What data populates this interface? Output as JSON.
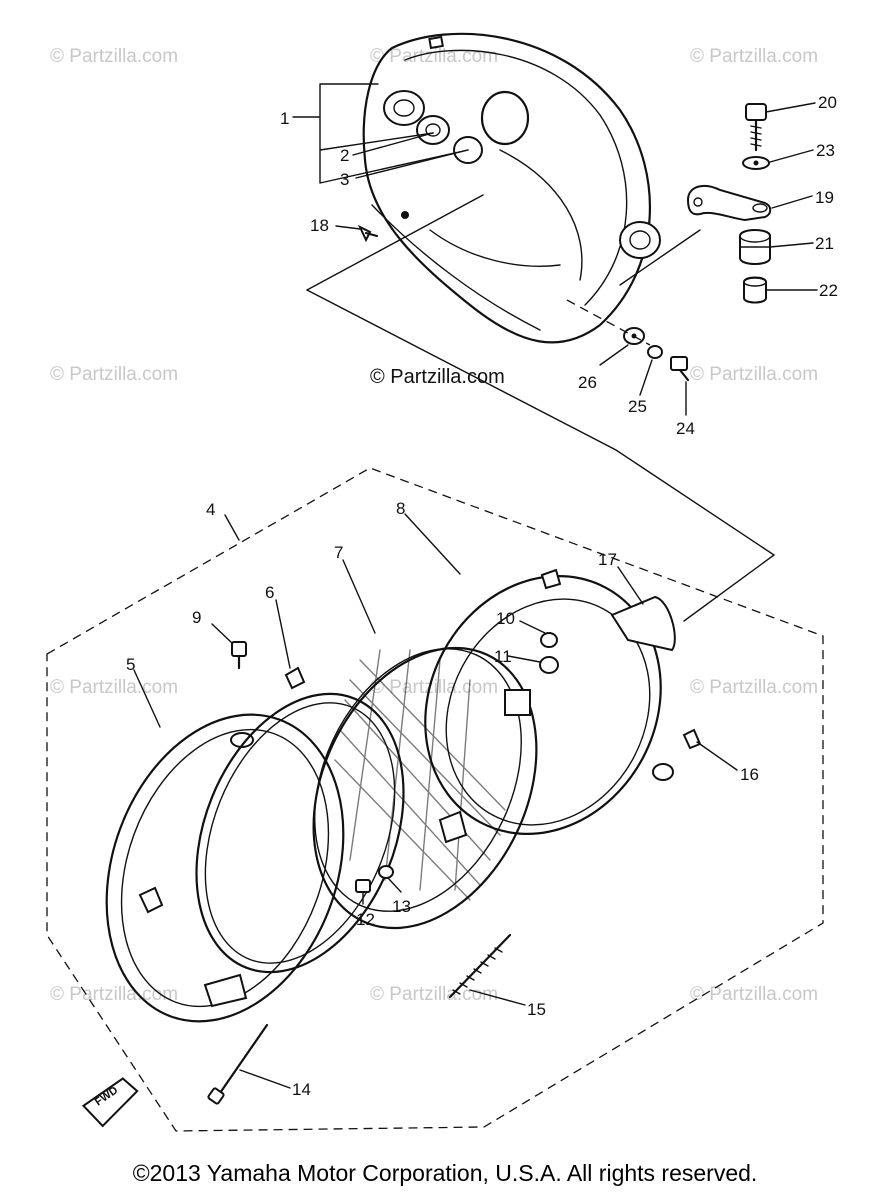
{
  "watermarks": {
    "faded": "© Partzilla.com",
    "center": "© Partzilla.com"
  },
  "callouts": [
    "1",
    "2",
    "3",
    "4",
    "5",
    "6",
    "7",
    "8",
    "9",
    "10",
    "11",
    "12",
    "13",
    "14",
    "15",
    "16",
    "17",
    "18",
    "19",
    "20",
    "21",
    "22",
    "23",
    "24",
    "25",
    "26"
  ],
  "fwd_label": "FWD",
  "copyright": "©2013 Yamaha Motor Corporation, U.S.A. All rights reserved."
}
